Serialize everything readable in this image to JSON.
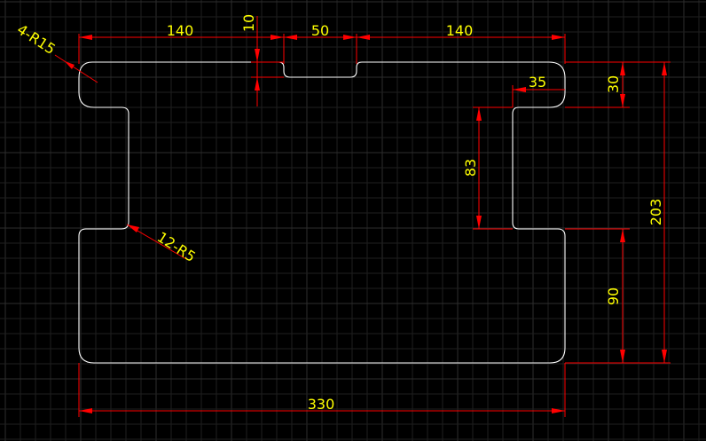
{
  "colors": {
    "background": "#000000",
    "grid_minor": "#1f1f1f",
    "grid_major": "#2e2e2e",
    "outline": "#ffffff",
    "dimension": "#ff0000",
    "text": "#ffff00"
  },
  "labels": {
    "top_left_width": "140",
    "notch_depth": "10",
    "notch_width": "50",
    "top_right_width": "140",
    "corner_radius_note": "4-R15",
    "fillet_radius_note": "12-R5",
    "right_tab_width": "35",
    "right_top_height": "30",
    "slot_height": "83",
    "overall_height": "203",
    "bottom_right_height": "90",
    "overall_width": "330"
  }
}
